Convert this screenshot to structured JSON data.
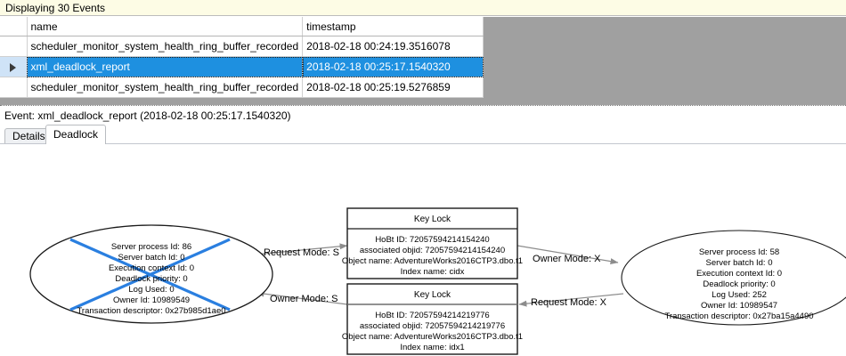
{
  "banner": {
    "text": "Displaying 30 Events"
  },
  "grid": {
    "columns": [
      "",
      "name",
      "timestamp"
    ],
    "rows": [
      {
        "selected": false,
        "indicator": "",
        "name": "scheduler_monitor_system_health_ring_buffer_recorded",
        "timestamp": "2018-02-18 00:24:19.3516078"
      },
      {
        "selected": true,
        "indicator": "current-row-arrow",
        "name": "xml_deadlock_report",
        "timestamp": "2018-02-18 00:25:17.1540320"
      },
      {
        "selected": false,
        "indicator": "",
        "name": "scheduler_monitor_system_health_ring_buffer_recorded",
        "timestamp": "2018-02-18 00:25:19.5276859"
      }
    ]
  },
  "event_header": {
    "text": "Event: xml_deadlock_report (2018-02-18 00:25:17.1540320)"
  },
  "tabs": [
    {
      "label": "Details",
      "active": false
    },
    {
      "label": "Deadlock",
      "active": true
    }
  ],
  "colors": {
    "banner_bg": "#fdfce5",
    "selection_blue": "#1e90e0",
    "row_header_blue": "#cfe3f7",
    "grid_empty_gray": "#a0a0a0",
    "victim_cross": "#2a7fe0",
    "edge_gray": "#8c8c8c",
    "node_stroke": "#1a1a1a"
  },
  "deadlock": {
    "victim_process": {
      "is_victim": true,
      "victim_marker": "blue-cross",
      "lines": [
        "Server process Id: 86",
        "Server batch Id: 0",
        "Execution context Id: 0",
        "Deadlock priority: 0",
        "Log Used: 0",
        "Owner Id: 10989549",
        "Transaction descriptor: 0x27b985d1ae0"
      ]
    },
    "survivor_process": {
      "is_victim": false,
      "lines": [
        "Server process Id: 58",
        "Server batch Id: 0",
        "Execution context Id: 0",
        "Deadlock priority: 0",
        "Log Used: 252",
        "Owner Id: 10989547",
        "Transaction descriptor: 0x27ba15a4490"
      ]
    },
    "resource_top": {
      "title": "Key Lock",
      "lines": [
        "HoBt ID: 72057594214154240",
        "associated objid: 72057594214154240",
        "Object name: AdventureWorks2016CTP3.dbo.t1",
        "Index name: cidx"
      ]
    },
    "resource_bottom": {
      "title": "Key Lock",
      "lines": [
        "HoBt ID: 72057594214219776",
        "associated objid: 72057594214219776",
        "Object name: AdventureWorks2016CTP3.dbo.t1",
        "Index name: idx1"
      ]
    },
    "edges": [
      {
        "label": "Request Mode: S",
        "from": "victim_process",
        "to": "resource_top"
      },
      {
        "label": "Owner Mode: S",
        "from": "resource_bottom",
        "to": "victim_process"
      },
      {
        "label": "Owner Mode: X",
        "from": "resource_top",
        "to": "survivor_process"
      },
      {
        "label": "Request Mode: X",
        "from": "survivor_process",
        "to": "resource_bottom"
      }
    ]
  }
}
